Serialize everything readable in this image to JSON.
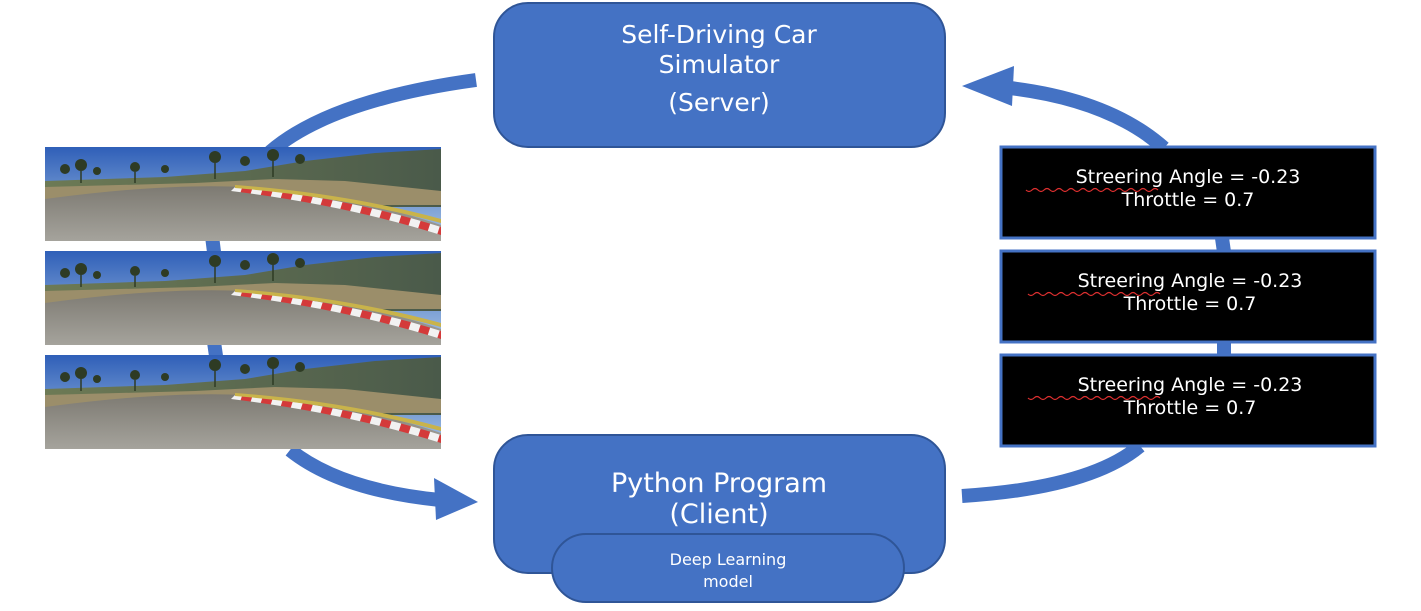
{
  "server": {
    "line1": "Self-Driving Car",
    "line2": "Simulator",
    "line3": "(Server)"
  },
  "client": {
    "line1": "Python Program",
    "line2": "(Client)",
    "model_line1": "Deep Learning",
    "model_line2": "model"
  },
  "commands": [
    {
      "angle_label": "Streering Angle = -0.23",
      "throttle_label": "Throttle = 0.7"
    },
    {
      "angle_label": "Streering Angle = -0.23",
      "throttle_label": "Throttle = 0.7"
    },
    {
      "angle_label": "Streering Angle = -0.23",
      "throttle_label": "Throttle = 0.7"
    }
  ],
  "camera_frames": [
    {
      "icon": "road-camera-image"
    },
    {
      "icon": "road-camera-image"
    },
    {
      "icon": "road-camera-image"
    }
  ],
  "colors": {
    "node_fill": "#4472c4",
    "node_stroke": "#2f5597",
    "arrow": "#4472c4",
    "command_bg": "#000000",
    "command_border": "#4472c4",
    "text": "#ffffff"
  }
}
